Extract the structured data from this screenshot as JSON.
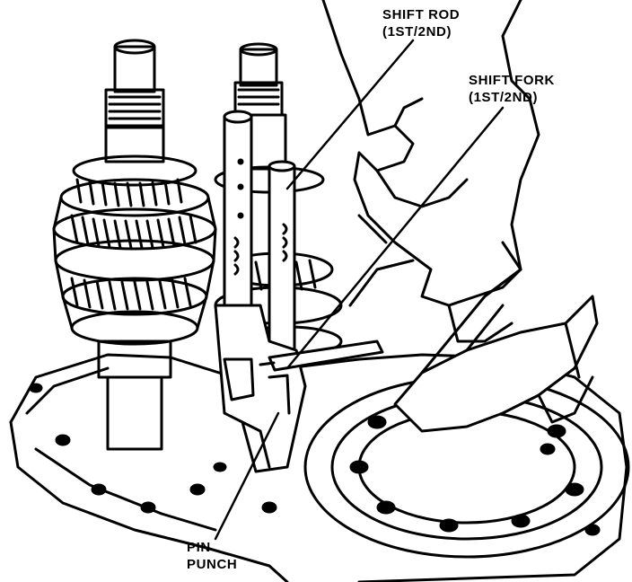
{
  "callouts": {
    "shift_rod": {
      "line1": "SHIFT ROD",
      "line2": "(1ST/2ND)"
    },
    "shift_fork": {
      "line1": "SHIFT FORK",
      "line2": "(1ST/2ND)"
    },
    "pin_punch": {
      "line1": "PIN",
      "line2": "PUNCH"
    }
  },
  "colors": {
    "ink": "#000000",
    "paper": "#ffffff"
  }
}
